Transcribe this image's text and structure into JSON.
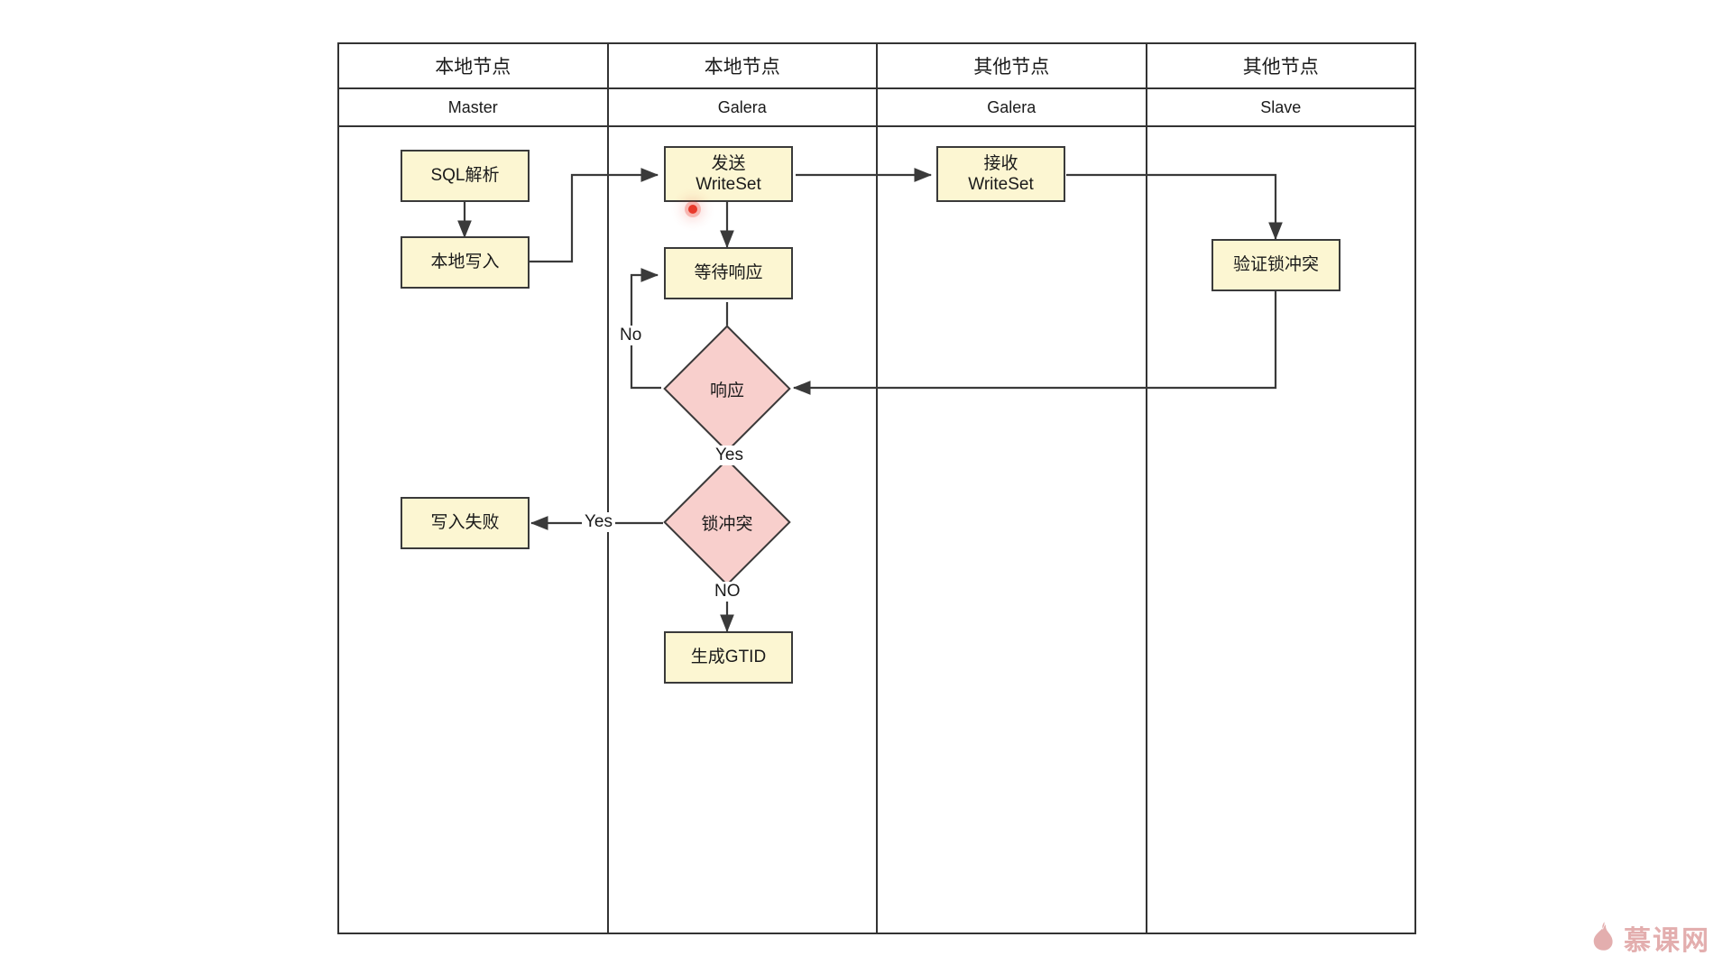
{
  "diagram": {
    "type": "swimlane-flowchart",
    "lanes": [
      {
        "title": "本地节点",
        "role": "Master"
      },
      {
        "title": "本地节点",
        "role": "Galera"
      },
      {
        "title": "其他节点",
        "role": "Galera"
      },
      {
        "title": "其他节点",
        "role": "Slave"
      }
    ],
    "nodes": [
      {
        "id": "sql_parse",
        "label": "SQL解析",
        "shape": "process",
        "lane": 0
      },
      {
        "id": "local_write",
        "label": "本地写入",
        "shape": "process",
        "lane": 0
      },
      {
        "id": "write_fail",
        "label": "写入失败",
        "shape": "process",
        "lane": 0
      },
      {
        "id": "send_ws",
        "label": "发送\nWriteSet",
        "shape": "process",
        "lane": 1
      },
      {
        "id": "wait_resp",
        "label": "等待响应",
        "shape": "process",
        "lane": 1
      },
      {
        "id": "resp",
        "label": "响应",
        "shape": "decision",
        "lane": 1
      },
      {
        "id": "lock_conf",
        "label": "锁冲突",
        "shape": "decision",
        "lane": 1
      },
      {
        "id": "gen_gtid",
        "label": "生成GTID",
        "shape": "process",
        "lane": 1
      },
      {
        "id": "recv_ws",
        "label": "接收\nWriteSet",
        "shape": "process",
        "lane": 2
      },
      {
        "id": "verify_lock",
        "label": "验证锁冲突",
        "shape": "process",
        "lane": 3
      }
    ],
    "node_labels": {
      "sql_parse": "SQL解析",
      "local_write": "本地写入",
      "write_fail": "写入失败",
      "send_ws_line1": "发送",
      "send_ws_line2": "WriteSet",
      "wait_resp": "等待响应",
      "resp": "响应",
      "lock_conf": "锁冲突",
      "gen_gtid": "生成GTID",
      "recv_ws_line1": "接收",
      "recv_ws_line2": "WriteSet",
      "verify_lock": "验证锁冲突"
    },
    "edge_labels": {
      "resp_no": "No",
      "resp_yes": "Yes",
      "lock_yes": "Yes",
      "lock_no": "NO"
    },
    "colors": {
      "process_fill": "#fcf6d2",
      "decision_fill": "#f8cfcc",
      "stroke": "#3a3a3a",
      "lane_border": "#333333",
      "cursor": "#e8392b",
      "watermark": "#d98f90"
    }
  },
  "watermark": {
    "text": "慕课网",
    "icon": "flame-icon"
  }
}
